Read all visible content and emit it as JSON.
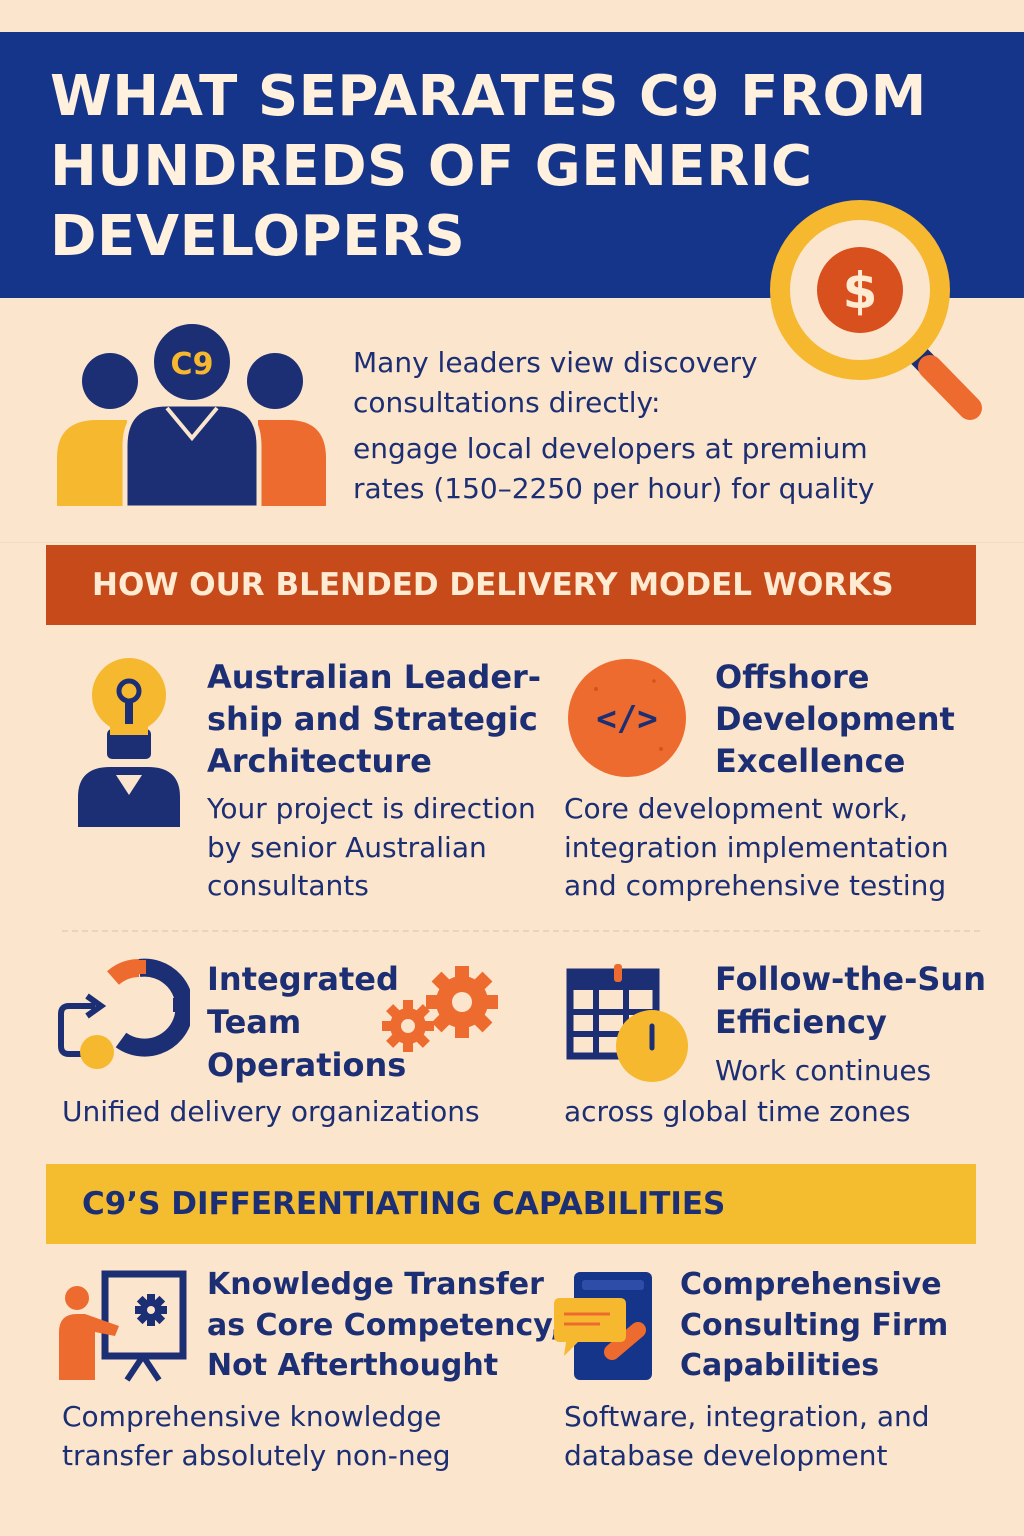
{
  "header": {
    "title": "WHAT SEPARATES C9 FROM HUNDREDS OF GENERIC DEVELOPERS",
    "badge_symbol": "$"
  },
  "intro": {
    "logo_text": "C9",
    "line1": "Many leaders view discovery",
    "line2": "consultations directly:",
    "line3": "engage local developers at premium",
    "line4": "rates (150–2250 per hour) for quality"
  },
  "section1": {
    "heading": "HOW OUR BLENDED DELIVERY MODEL WORKS",
    "cards": [
      {
        "icon": "lightbulb-person-icon",
        "title_lines": [
          "Australian Leader-",
          "ship and Strategic",
          "Architecture"
        ],
        "desc_lines": [
          "Your project is direction",
          "by senior Australian",
          "consultants"
        ]
      },
      {
        "icon": "code-icon",
        "icon_text": "</>",
        "title_lines": [
          "Offshore",
          "Development",
          "Excellence"
        ],
        "desc_lines": [
          "Core development work,",
          "integration implementation",
          "and comprehensive testing"
        ]
      },
      {
        "icon": "team-gears-icon",
        "title_lines": [
          "Integrated",
          "Team",
          "Operations"
        ],
        "desc_lines": [
          "Unified delivery organizations"
        ]
      },
      {
        "icon": "calendar-clock-icon",
        "title_lines": [
          "Follow-the-Sun",
          "Efficiency"
        ],
        "desc_lines": [
          "Work continues",
          "across global time zones"
        ]
      }
    ]
  },
  "section2": {
    "heading": "C9’S DIFFERENTIATING CAPABILITIES",
    "cards": [
      {
        "icon": "presenter-board-icon",
        "title_lines": [
          "Knowledge Transfer",
          "as Core Competency,",
          "Not Afterthought"
        ],
        "desc_lines": [
          "Comprehensive knowledge",
          "transfer absolutely non-neg"
        ]
      },
      {
        "icon": "document-chat-icon",
        "title_lines": [
          "Comprehensive",
          "Consulting Firm",
          "Capabilities"
        ],
        "desc_lines": [
          "Software, integration, and",
          "database development"
        ]
      }
    ]
  },
  "colors": {
    "navy": "#1C2F74",
    "header_blue": "#15358A",
    "orange": "#EE6B2F",
    "yellow": "#F5B82E",
    "rust": "#C74A1A",
    "cream": "#FBE5CC"
  }
}
